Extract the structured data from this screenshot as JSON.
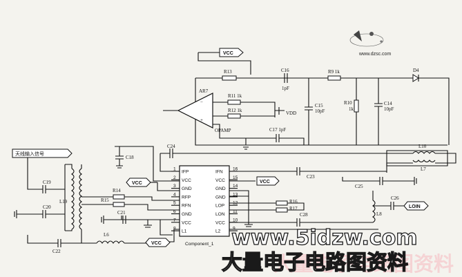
{
  "logo": {
    "site": "www.dzsc.com"
  },
  "labels": {
    "AR7": "AR7",
    "OPAMP": "OPAMP",
    "VDD": "VDD",
    "R13": "R13",
    "C16": "C16",
    "C16v": "1pF",
    "R9": "R9 1k",
    "D4": "D4",
    "R11": "R11 1k",
    "R12": "R12 1k",
    "C15": "C15",
    "C15v": "10pF",
    "R10": "R10",
    "R10v": "1k",
    "C14": "C14",
    "C14v": "10pF",
    "C17": "C17 1pF",
    "C24": "C24",
    "C18": "C18",
    "L10": "L10",
    "L7": "L7",
    "C19": "C19",
    "C20": "C20",
    "L19": "L19",
    "R14": "R14",
    "R15": "R15",
    "C21": "C21",
    "L6": "L6",
    "C22": "C22",
    "C23": "C23",
    "C25": "C25",
    "R16": "R16",
    "R17": "R17",
    "C26": "C26",
    "C28": "C28",
    "L8": "L8",
    "component": "Component_1"
  },
  "tags": {
    "vcc": "VCC",
    "loin": "LOIN",
    "antenna": "天线输入信号"
  },
  "pins_left": [
    {
      "name": "IFP",
      "num": "1"
    },
    {
      "name": "VCC",
      "num": "2"
    },
    {
      "name": "GND",
      "num": "3"
    },
    {
      "name": "RFP",
      "num": "4"
    },
    {
      "name": "RFN",
      "num": "5"
    },
    {
      "name": "GND",
      "num": "6"
    },
    {
      "name": "VCC",
      "num": "7"
    },
    {
      "name": "L1",
      "num": "8"
    }
  ],
  "pins_right": [
    {
      "name": "IFN",
      "num": "16"
    },
    {
      "name": "VCC",
      "num": "15"
    },
    {
      "name": "GND",
      "num": "14"
    },
    {
      "name": "GND",
      "num": "13"
    },
    {
      "name": "LOP",
      "num": "12"
    },
    {
      "name": "LON",
      "num": "11"
    },
    {
      "name": "VCC",
      "num": "10"
    },
    {
      "name": "L2",
      "num": "9"
    }
  ],
  "watermark": {
    "url": "www.5idzw.com",
    "cn": "大量电子电路图资料",
    "cn_shadow": "大量电子电路图资料"
  }
}
